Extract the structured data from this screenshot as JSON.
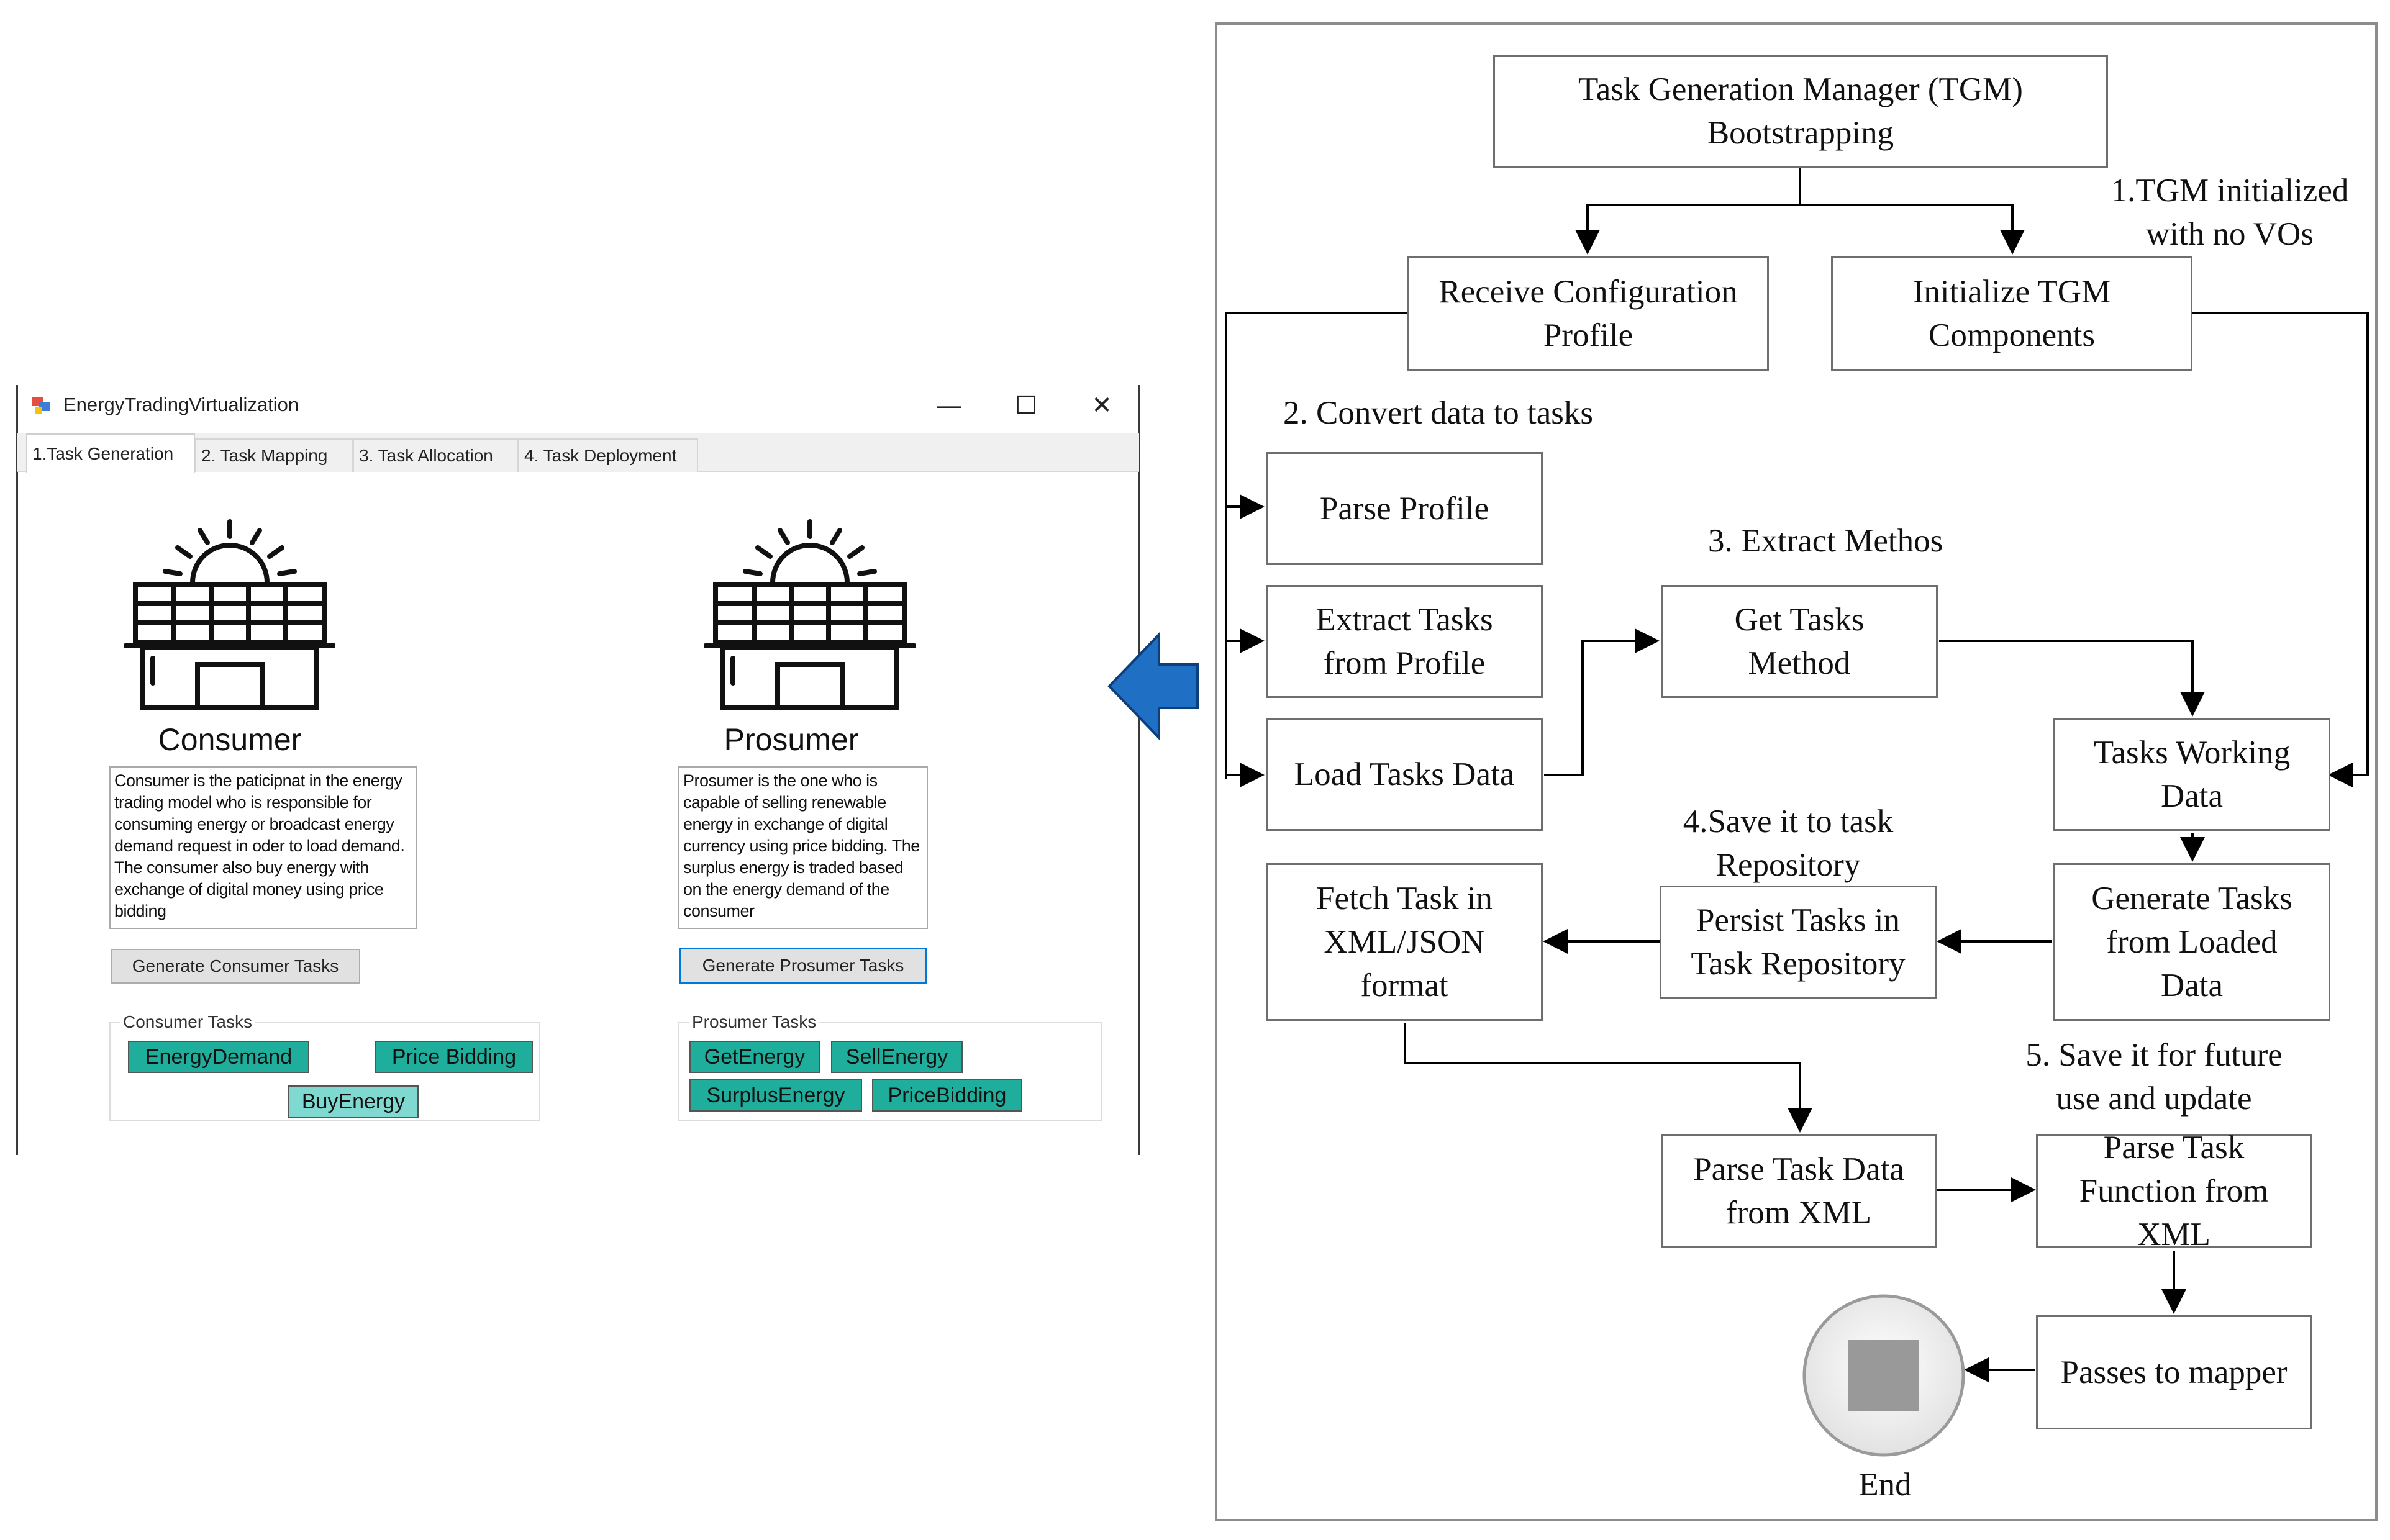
{
  "app": {
    "title": "EnergyTradingVirtualization",
    "controls": {
      "minimize": "—",
      "maximize": "☐",
      "close": "✕"
    },
    "tabs": [
      "1.Task Generation",
      "2. Task Mapping",
      "3. Task Allocation",
      "4. Task Deployment"
    ],
    "active_tab": 0,
    "consumer": {
      "title": "Consumer",
      "description": "Consumer is the paticipnat in the energy trading model who is responsible for consuming energy or broadcast energy demand request in oder to load demand. The consumer also buy energy with exchange of digital money using price bidding",
      "button": "Generate Consumer Tasks",
      "group_label": "Consumer Tasks",
      "tasks": [
        "EnergyDemand",
        "Price Bidding",
        "BuyEnergy"
      ]
    },
    "prosumer": {
      "title": "Prosumer",
      "description": "Prosumer is the one who is capable of selling renewable energy in exchange of digital currency using price bidding. The surplus energy is traded based on the energy demand of the consumer",
      "button": "Generate Prosumer Tasks",
      "group_label": "Prosumer Tasks",
      "tasks": [
        "GetEnergy",
        "SellEnergy",
        "SurplusEnergy",
        "PriceBidding"
      ]
    }
  },
  "colors": {
    "chip_teal": "#1fae9b",
    "chip_light": "#7fd9d1",
    "arrow_blue": "#1f6fc4",
    "focus": "#0078d7"
  },
  "icons": [
    "house-solar-icon",
    "app-icon",
    "left-arrow-icon",
    "stop-icon"
  ],
  "flow": {
    "tgm": [
      "Task Generation Manager (TGM)",
      "Bootstrapping"
    ],
    "receive": [
      "Receive Configuration",
      "Profile"
    ],
    "init": [
      "Initialize TGM",
      "Components"
    ],
    "note1": [
      "1.TGM initialized",
      "with no VOs"
    ],
    "note2": "2. Convert data to tasks",
    "parse_profile": "Parse Profile",
    "extract_tasks": [
      "Extract Tasks",
      "from Profile"
    ],
    "load_tasks": "Load Tasks Data",
    "note3": "3. Extract Methos",
    "get_tasks": [
      "Get Tasks",
      "Method"
    ],
    "working": [
      "Tasks Working",
      "Data"
    ],
    "note4": [
      "4.Save it to task",
      "Repository"
    ],
    "generate": [
      "Generate Tasks",
      "from Loaded",
      "Data"
    ],
    "persist": [
      "Persist Tasks in",
      "Task Repository"
    ],
    "fetch": [
      "Fetch Task  in",
      "XML/JSON",
      "format"
    ],
    "note5": [
      "5. Save it for future",
      "use and update"
    ],
    "parse_xml": [
      "Parse Task Data",
      "from XML"
    ],
    "parse_func": [
      "Parse Task",
      "Function from",
      "XML"
    ],
    "mapper": "Passes to mapper",
    "end": "End"
  }
}
